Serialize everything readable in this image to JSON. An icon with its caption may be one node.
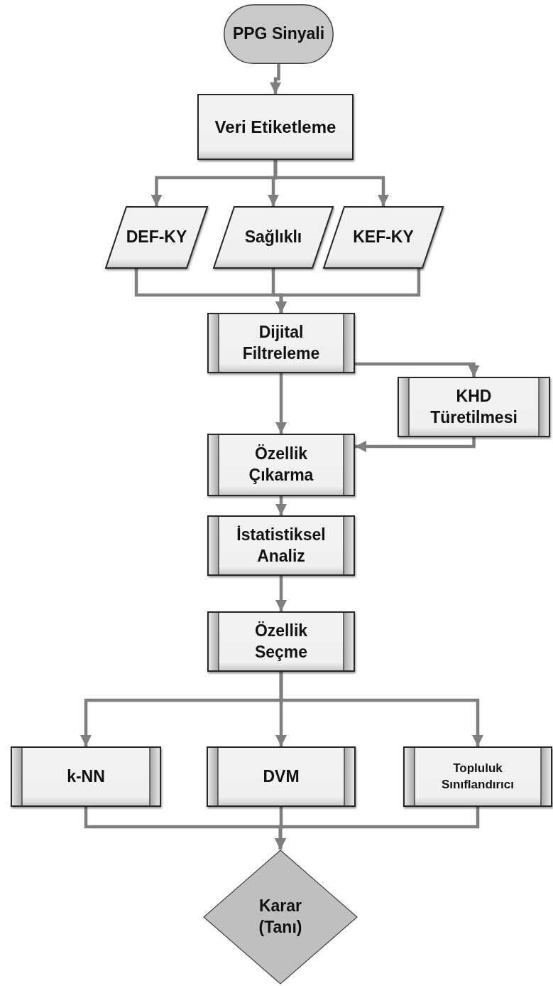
{
  "diagram": {
    "nodes": [
      {
        "text": [
          "PPG Sinyali"
        ]
      },
      {
        "text": [
          "Veri Etiketleme"
        ]
      },
      {
        "text": [
          "DEF-KY"
        ]
      },
      {
        "text": [
          "Sağlıklı"
        ]
      },
      {
        "text": [
          "KEF-KY"
        ]
      },
      {
        "text": [
          "Dijital Filtreleme"
        ]
      },
      {
        "text": [
          "KHD Türetilmesi"
        ]
      },
      {
        "text": [
          "Özellik Çıkarma"
        ]
      },
      {
        "text": [
          "İstatistiksel Analiz"
        ]
      },
      {
        "text": [
          "Özellik Seçme"
        ]
      },
      {
        "text": [
          "k-NN"
        ]
      },
      {
        "text": [
          "DVM"
        ]
      },
      {
        "text": [
          "Topluluk Sınıflandırıcı"
        ]
      },
      {
        "text": [
          "Karar (Tanı)"
        ]
      }
    ],
    "edges": [
      {
        "from": 0,
        "to": 1,
        "arrow": "to"
      },
      {
        "from": 1,
        "to": 2,
        "arrow": "to"
      },
      {
        "from": 1,
        "to": 3,
        "arrow": "to"
      },
      {
        "from": 1,
        "to": 4,
        "arrow": "to"
      },
      {
        "from": 2,
        "to": 5,
        "arrow": "to"
      },
      {
        "from": 3,
        "to": 5,
        "arrow": "to"
      },
      {
        "from": 4,
        "to": 5,
        "arrow": "to"
      },
      {
        "from": 5,
        "to": 6,
        "arrow": "to"
      },
      {
        "from": 5,
        "to": 7,
        "arrow": "to"
      },
      {
        "from": 6,
        "to": 7,
        "arrow": "to"
      },
      {
        "from": 7,
        "to": 8,
        "arrow": "to"
      },
      {
        "from": 8,
        "to": 9,
        "arrow": "to"
      },
      {
        "from": 9,
        "to": 10,
        "arrow": "to"
      },
      {
        "from": 9,
        "to": 11,
        "arrow": "to"
      },
      {
        "from": 9,
        "to": 12,
        "arrow": "to"
      },
      {
        "from": 10,
        "to": 13,
        "arrow": "to"
      },
      {
        "from": 11,
        "to": 13,
        "arrow": "to"
      },
      {
        "from": 12,
        "to": 13,
        "arrow": "to"
      }
    ]
  }
}
